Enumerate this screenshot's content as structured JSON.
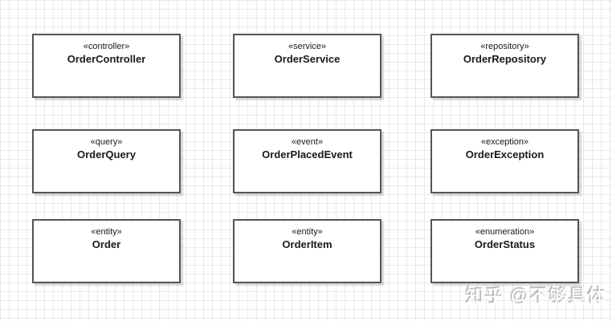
{
  "diagram": {
    "boxes": [
      {
        "stereotype": "«controller»",
        "name": "OrderController"
      },
      {
        "stereotype": "«service»",
        "name": "OrderService"
      },
      {
        "stereotype": "«repository»",
        "name": "OrderRepository"
      },
      {
        "stereotype": "«query»",
        "name": "OrderQuery"
      },
      {
        "stereotype": "«event»",
        "name": "OrderPlacedEvent"
      },
      {
        "stereotype": "«exception»",
        "name": "OrderException"
      },
      {
        "stereotype": "«entity»",
        "name": "Order"
      },
      {
        "stereotype": "«entity»",
        "name": "OrderItem"
      },
      {
        "stereotype": "«enumeration»",
        "name": "OrderStatus"
      }
    ],
    "colors": {
      "box_border": "#545454",
      "box_fill": "#ffffff",
      "grid_line": "#e9e9e9",
      "text": "#1a1a1a"
    }
  },
  "watermark": {
    "text": "知乎 @不够具体"
  }
}
